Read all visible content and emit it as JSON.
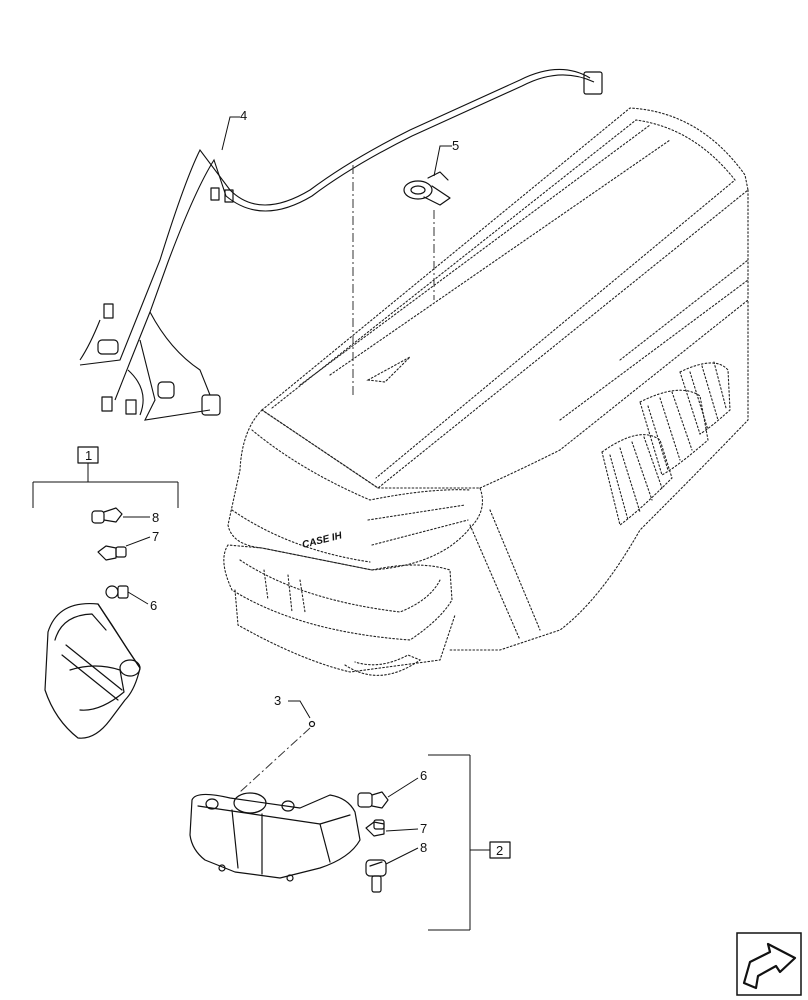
{
  "callouts": {
    "c4": "4",
    "c5": "5",
    "c8a": "8",
    "c7a": "7",
    "c6a": "6",
    "c3": "3",
    "c6b": "6",
    "c7b": "7",
    "c8b": "8"
  },
  "boxes": {
    "b1": "1",
    "b2": "2"
  },
  "hood_logo": "CASE IH",
  "nav_icon": "next-page-arrow-icon"
}
